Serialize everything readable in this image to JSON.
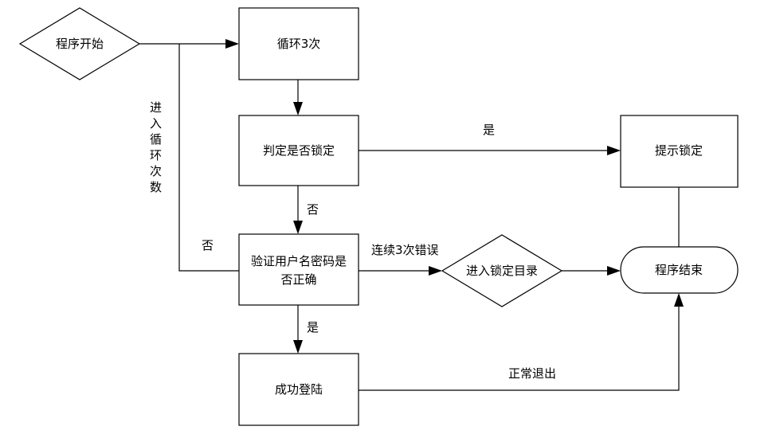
{
  "nodes": {
    "start": "程序开始",
    "loop": "循环3次",
    "check_lock": "判定是否锁定",
    "verify_line1": "验证用户名密码是",
    "verify_line2": "否正确",
    "login": "成功登陆",
    "enter_lock": "进入锁定目录",
    "prompt_lock": "提示锁定",
    "end": "程序结束"
  },
  "edge_labels": {
    "enter_loop": [
      "进",
      "入",
      "循",
      "环",
      "次",
      "数"
    ],
    "no_left": "否",
    "yes_top": "是",
    "no_down": "否",
    "consecutive_errors": "连续3次错误",
    "yes_down": "是",
    "normal_exit": "正常退出"
  }
}
